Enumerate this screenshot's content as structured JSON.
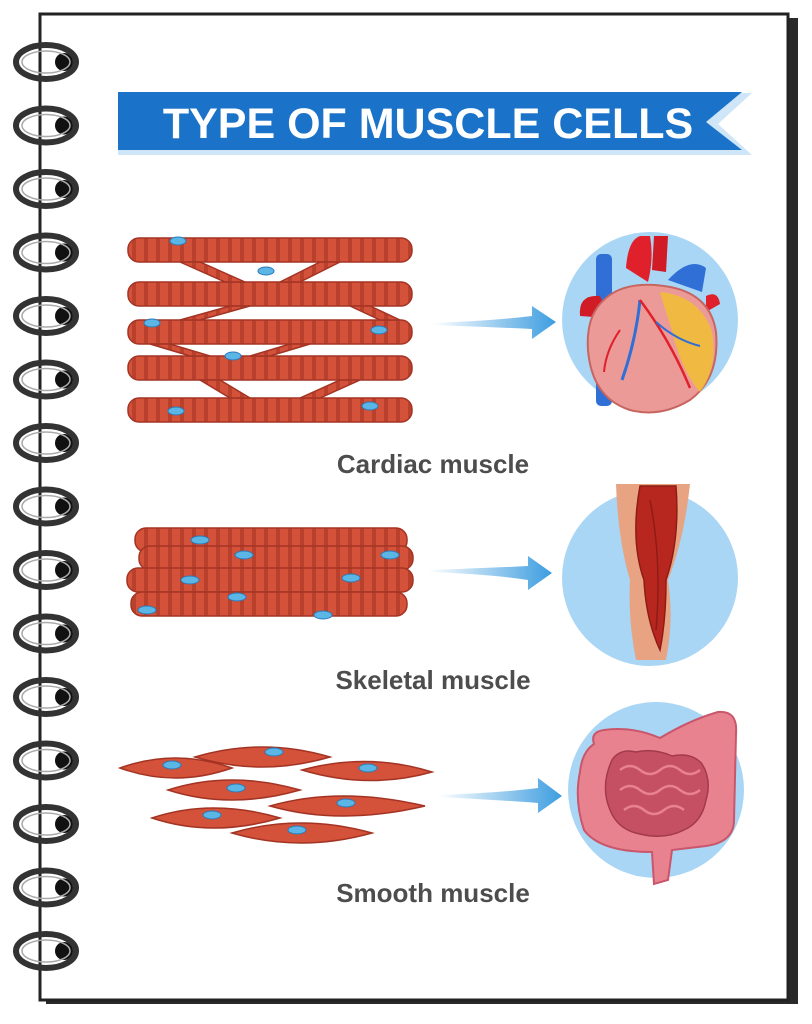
{
  "title": "TYPE OF MUSCLE CELLS",
  "sections": [
    {
      "label": "Cardiac muscle",
      "organ": "heart-icon"
    },
    {
      "label": "Skeletal muscle",
      "organ": "leg-muscle-icon"
    },
    {
      "label": "Smooth muscle",
      "organ": "intestine-icon"
    }
  ],
  "colors": {
    "banner": "#1a73c8",
    "banner_text": "#ffffff",
    "label_text": "#4d4d4d",
    "muscle": "#d4513a",
    "muscle_stripe": "#a33424",
    "nucleus": "#5bb6e6",
    "arrow": "#3d9de0",
    "circle": "#a9d6f5",
    "page_border": "#222222",
    "spiral": "#333333"
  }
}
